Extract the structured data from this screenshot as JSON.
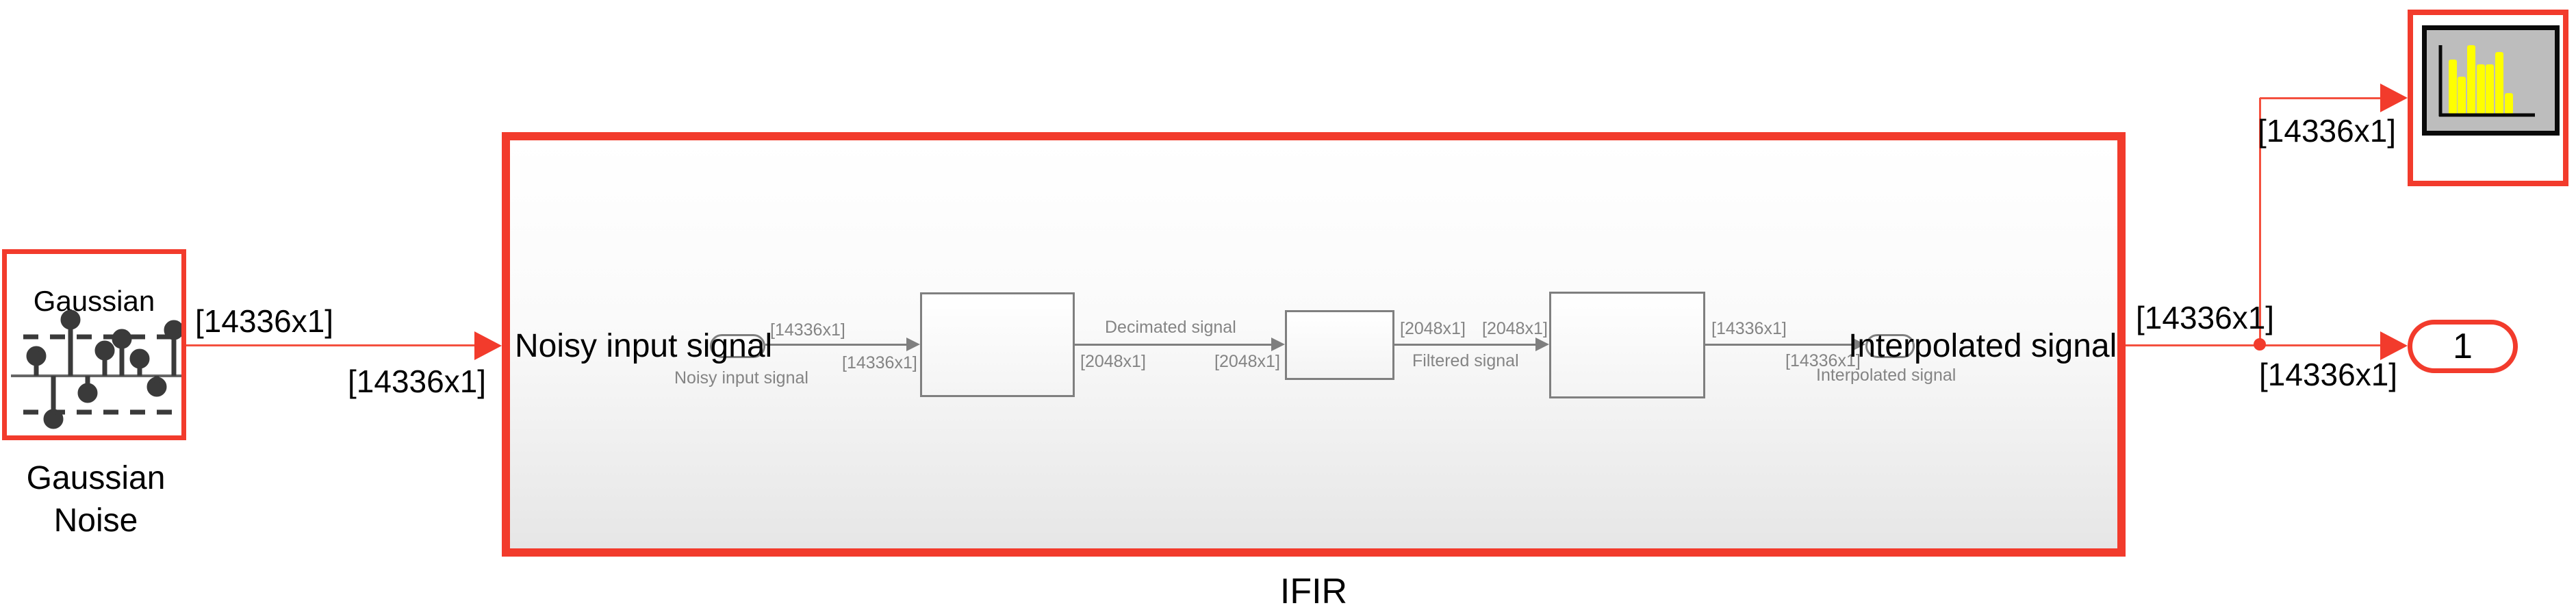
{
  "app": "simulink-model-canvas",
  "colors": {
    "highlight_red": "#f23b2c",
    "signal_red": "#f4503e",
    "preview_gray": "#7f7f7f",
    "preview_label_gray": "#848484",
    "histogram_yellow": "#ffff00",
    "histogram_bg_gray": "#bdbdbd",
    "canvas_bg": "#ffffff"
  },
  "gaussian": {
    "icon": "stem-plot-icon",
    "icon_label": "Gaussian",
    "name_line1": "Gaussian",
    "name_line2": "Noise"
  },
  "ifir": {
    "name": "IFIR",
    "left_port_label": "Noisy input signal",
    "right_port_label": "Interpolated signal"
  },
  "outport": {
    "number": "1"
  },
  "scope": {
    "icon": "histogram-icon"
  },
  "main_signals": {
    "in_above": "[14336x1]",
    "in_below": "[14336x1]",
    "out_above": "[14336x1]",
    "out_below": "[14336x1]",
    "scope_branch": "[14336x1]"
  },
  "preview_signals": {
    "s1_above": "[14336x1]",
    "s1_below": "[14336x1]",
    "s1_name": "Noisy input signal",
    "s2_above": "Decimated signal",
    "s2_below_left": "[2048x1]",
    "s2_below_right": "[2048x1]",
    "s3_above_left": "[2048x1]",
    "s3_above_right": "[2048x1]",
    "s3_below": "Filtered signal",
    "s4_above": "[14336x1]",
    "s4_below": "[14336x1]",
    "s4_name": "Interpolated signal"
  }
}
